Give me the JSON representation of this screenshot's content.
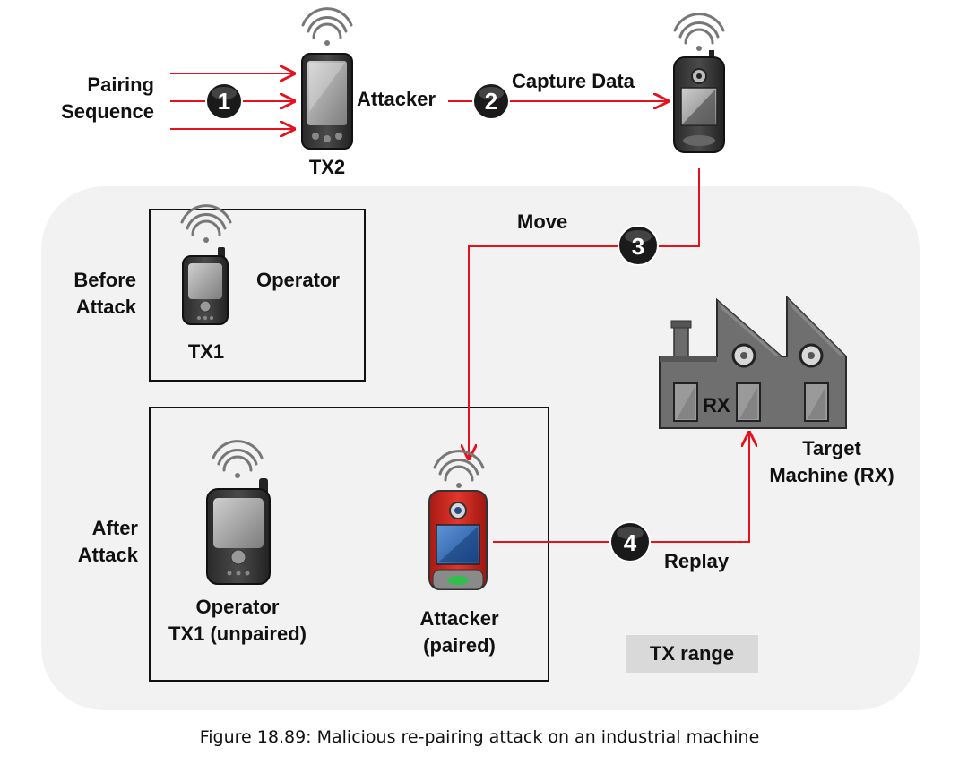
{
  "labels": {
    "pairing_sequence": [
      "Pairing",
      "Sequence"
    ],
    "attacker_top": "Attacker",
    "capture_data": "Capture Data",
    "tx2": "TX2",
    "move": "Move",
    "before_attack": [
      "Before",
      "Attack"
    ],
    "operator": "Operator",
    "tx1": "TX1",
    "after_attack": [
      "After",
      "Attack"
    ],
    "operator_tx1_unpaired": [
      "Operator",
      "TX1 (unpaired)"
    ],
    "attacker_paired": [
      "Attacker",
      "(paired)"
    ],
    "rx": "RX",
    "target_machine": [
      "Target",
      "Machine (RX)"
    ],
    "replay": "Replay",
    "tx_range": "TX range"
  },
  "steps": [
    "1",
    "2",
    "3",
    "4"
  ],
  "caption": "Figure 18.89: Malicious re-pairing attack on an industrial machine",
  "colors": {
    "arrow": "#e8101c",
    "region_fill": "#f2f2f2",
    "step_circle": "#1a1a1a",
    "device_body": "#3a3a3a",
    "attacker_phone": "#d9231b",
    "factory": "#6f6f6f",
    "tx_range_box": "#d9d9d9"
  }
}
